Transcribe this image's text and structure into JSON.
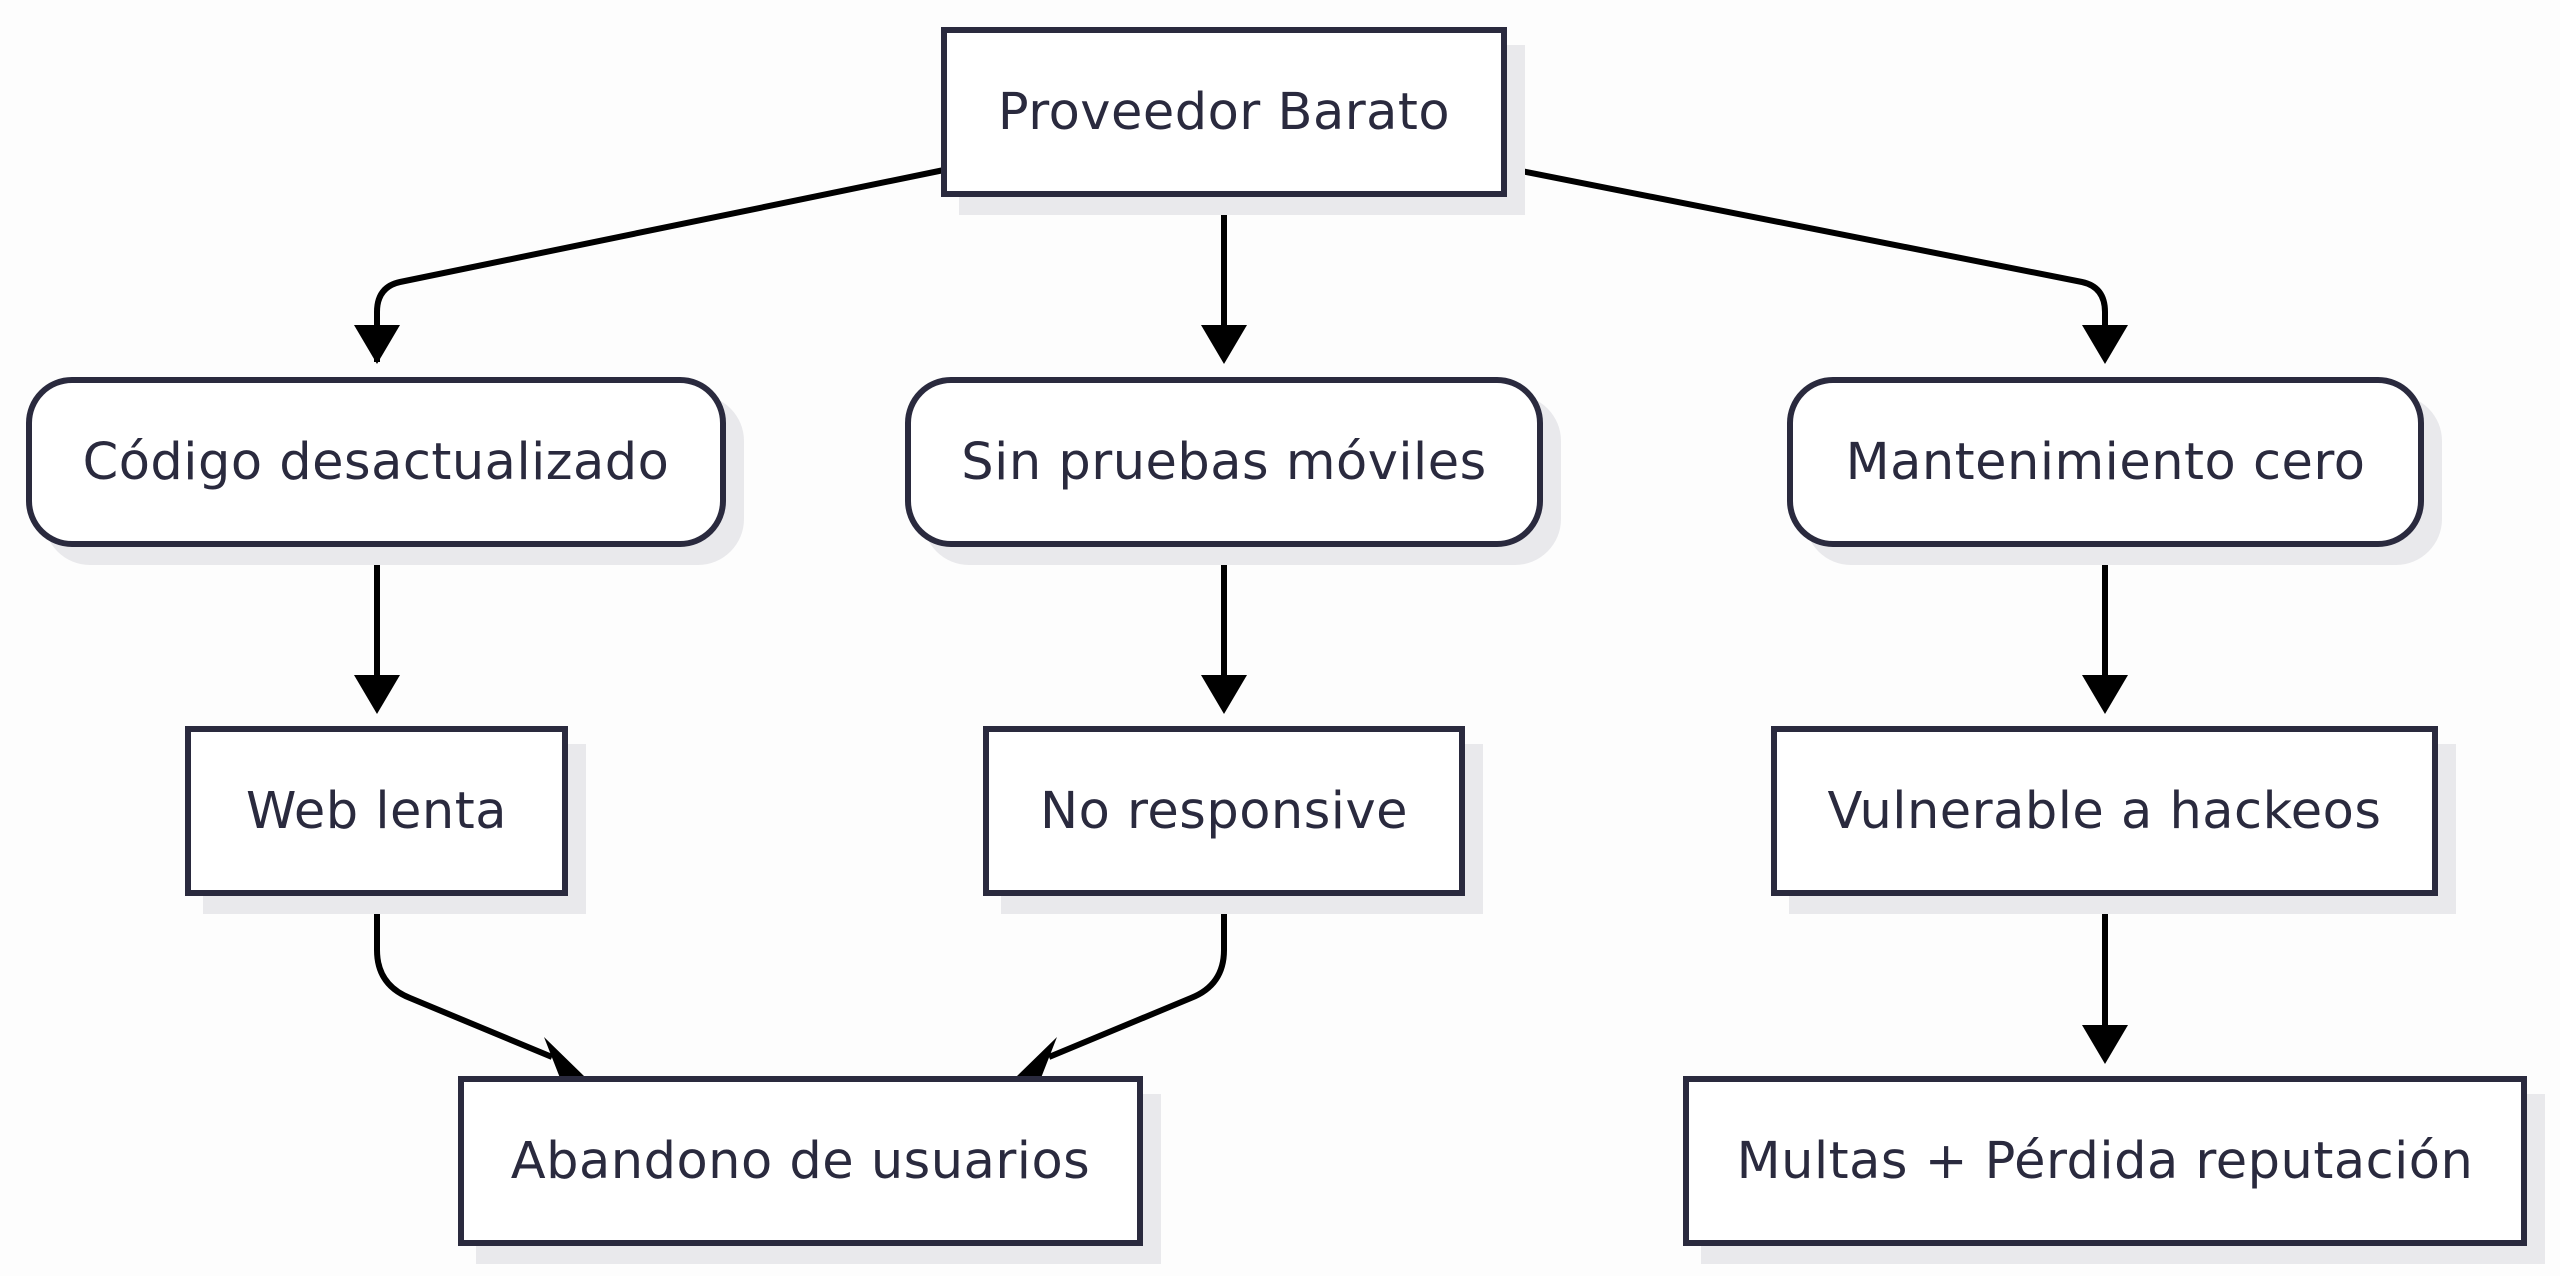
{
  "nodes": {
    "root": "Proveedor Barato",
    "codigo": "Código desactualizado",
    "sin_pruebas": "Sin pruebas móviles",
    "mantenimiento": "Mantenimiento cero",
    "web_lenta": "Web lenta",
    "no_responsive": "No responsive",
    "vulnerable": "Vulnerable a hackeos",
    "abandono": "Abandono de usuarios",
    "multas": "Multas + Pérdida reputación"
  },
  "edges": [
    {
      "from": "root",
      "to": "codigo"
    },
    {
      "from": "root",
      "to": "sin_pruebas"
    },
    {
      "from": "root",
      "to": "mantenimiento"
    },
    {
      "from": "codigo",
      "to": "web_lenta"
    },
    {
      "from": "sin_pruebas",
      "to": "no_responsive"
    },
    {
      "from": "mantenimiento",
      "to": "vulnerable"
    },
    {
      "from": "web_lenta",
      "to": "abandono"
    },
    {
      "from": "no_responsive",
      "to": "abandono"
    },
    {
      "from": "vulnerable",
      "to": "multas"
    }
  ],
  "colors": {
    "stroke": "#2a2a3e",
    "arrow": "#000000",
    "shadow": "#e9e9ec",
    "background": "#fdfdfd"
  }
}
